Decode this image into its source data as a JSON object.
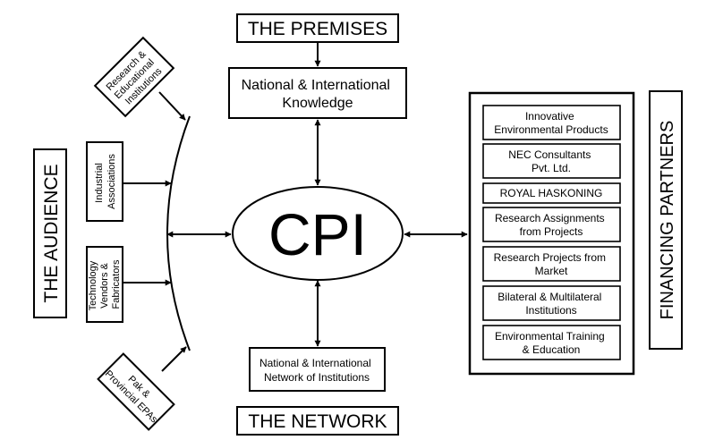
{
  "premises": {
    "heading": "THE PREMISES",
    "box": [
      "National & International",
      "Knowledge"
    ]
  },
  "network": {
    "heading": "THE NETWORK",
    "box": [
      "National & International",
      "Network of Institutions"
    ]
  },
  "center": {
    "label": "CPI"
  },
  "audience": {
    "heading": "THE AUDIENCE",
    "items": [
      [
        "Research &",
        "Educational",
        "Institutions"
      ],
      [
        "Industrial",
        "Associations"
      ],
      [
        "Technology",
        "Vendors &",
        "Fabricators"
      ],
      [
        "Pak &",
        "Provincial EPAs"
      ]
    ]
  },
  "partners": {
    "heading": "FINANCING PARTNERS",
    "items": [
      [
        "Innovative",
        "Environmental Products"
      ],
      [
        "NEC Consultants",
        "Pvt. Ltd."
      ],
      [
        "ROYAL HASKONING"
      ],
      [
        "Research Assignments",
        "from Projects"
      ],
      [
        "Research Projects from",
        "Market"
      ],
      [
        "Bilateral & Multilateral",
        "Institutions"
      ],
      [
        "Environmental Training",
        "& Education"
      ]
    ]
  }
}
